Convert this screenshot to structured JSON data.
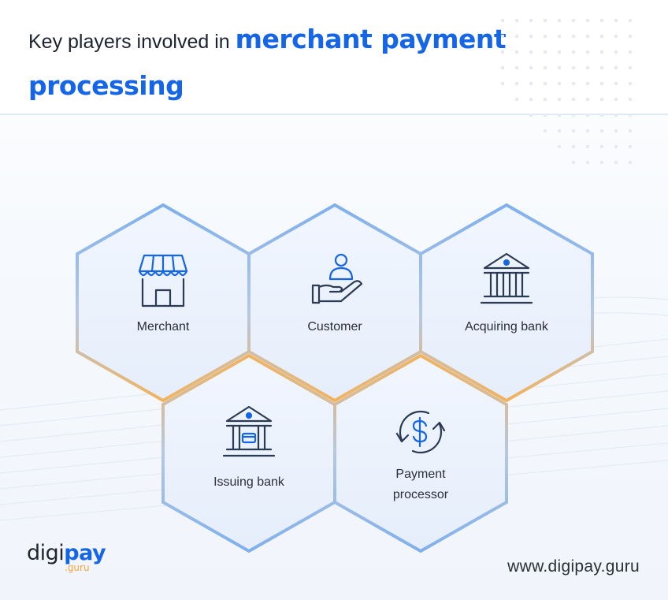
{
  "title": {
    "lead": "Key players involved in ",
    "highlight_line1": "merchant payment",
    "highlight_line2": "processing"
  },
  "nodes": [
    {
      "label_lines": [
        "Merchant"
      ],
      "icon": "storefront-icon"
    },
    {
      "label_lines": [
        "Customer"
      ],
      "icon": "customer-hand-icon"
    },
    {
      "label_lines": [
        "Acquiring bank"
      ],
      "icon": "bank-icon"
    },
    {
      "label_lines": [
        "Issuing bank"
      ],
      "icon": "bank-card-icon"
    },
    {
      "label_lines": [
        "Payment",
        "processor"
      ],
      "icon": "dollar-cycle-icon"
    }
  ],
  "footer": {
    "logo_main_a": "digi",
    "logo_main_b": "pay",
    "logo_sub": ".guru",
    "url": "www.digipay.guru"
  },
  "colors": {
    "accent": "#1565e8",
    "hex_blue": "#7fb0ec",
    "hex_orange": "#f2b25c",
    "hex_fill": "#eaf2fd",
    "icon_stroke": "#2b3a55",
    "icon_dot": "#1565e8"
  }
}
